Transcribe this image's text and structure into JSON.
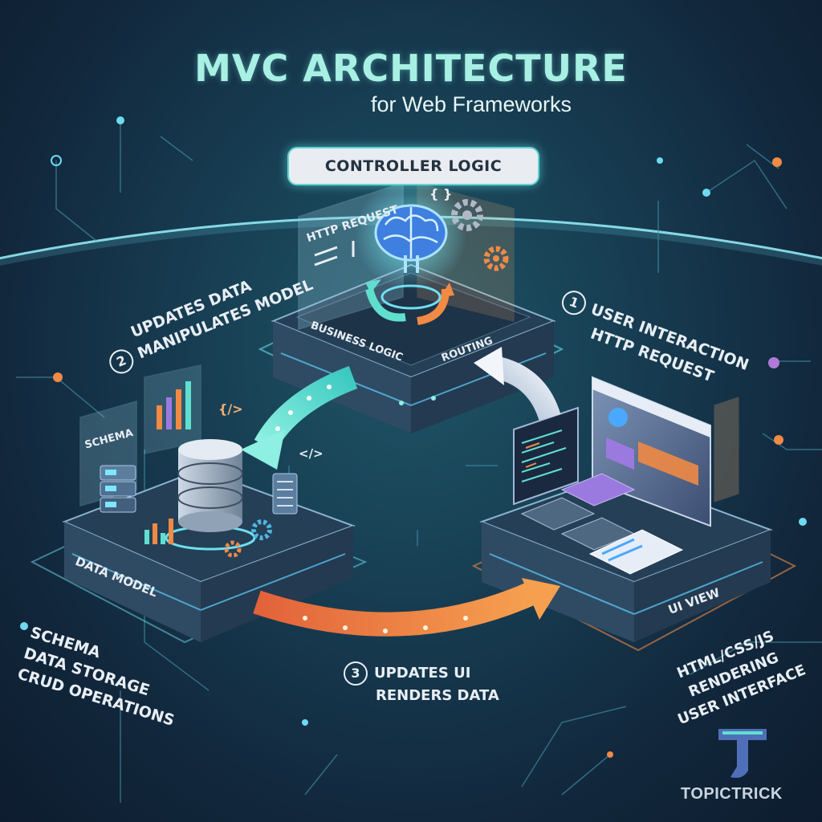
{
  "title": "MVC ARCHITECTURE",
  "subtitle": "for Web Frameworks",
  "controller": {
    "pill": "CONTROLLER LOGIC",
    "screen_label": "HTTP REQUEST",
    "left_face": "BUSINESS LOGIC",
    "right_face": "ROUTING",
    "code_glyph": "{ }"
  },
  "model": {
    "face": "DATA MODEL",
    "screen_label": "SCHEMA",
    "code_glyph": "{/>",
    "code_glyph2": "</>",
    "notes": [
      "SCHEMA",
      "DATA STORAGE",
      "CRUD OPERATIONS"
    ]
  },
  "view": {
    "face": "UI VIEW",
    "notes": [
      "HTML/CSS/JS",
      "RENDERING",
      "USER INTERFACE"
    ]
  },
  "flows": [
    {
      "number": "1",
      "line1": "USER INTERACTION",
      "line2": "HTTP REQUEST"
    },
    {
      "number": "2",
      "line1": "UPDATES DATA",
      "line2": "MANIPULATES MODEL"
    },
    {
      "number": "3",
      "line1": "UPDATES UI",
      "line2": "RENDERS DATA"
    }
  ],
  "brand": {
    "name": "TOPICTRICK"
  },
  "colors": {
    "teal": "#5fe0cf",
    "orange": "#f08a45",
    "navy": "#12283d",
    "accent_blue": "#4aa8ff"
  }
}
